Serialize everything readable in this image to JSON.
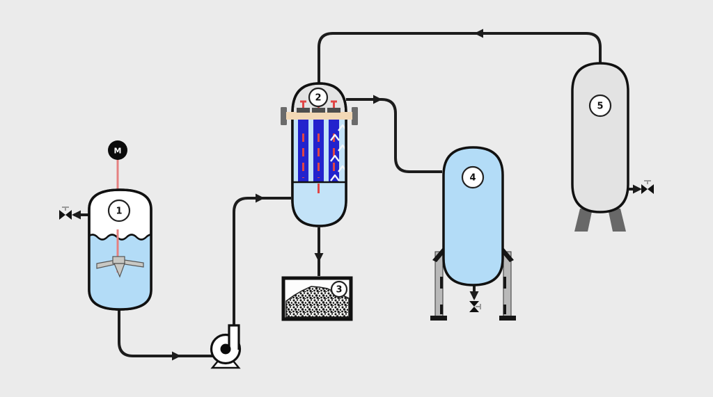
{
  "diagram": {
    "type": "process-flow-diagram",
    "units": {
      "u1": "1",
      "u2": "2",
      "u3": "3",
      "u4": "4",
      "u5": "5"
    },
    "motor_label": "M",
    "icons": {
      "motor": "motor-icon",
      "agitator": "agitator-icon",
      "pump": "centrifugal-pump-icon",
      "valve": "valve-icon",
      "flow_arrow": "flow-arrow-icon",
      "bubbles": "rising-bubbles-icon",
      "granules": "granular-solids-icon"
    },
    "colors": {
      "background": "#ebebeb",
      "pipe": "#1c1c1c",
      "outline": "#111111",
      "liquid_blue": "#b3dcf7",
      "column_liquid": "#c3e3f8",
      "vessel_gray": "#e3e3e3",
      "electrode_blue": "#2323cd",
      "accent_red": "#e04545",
      "shaft_red": "#e58080",
      "tube_sheet_tan": "#f2d8b6",
      "cap_gray": "#4d4d4d",
      "lug_gray": "#6b6b6b",
      "leg_light_gray": "#b9b9b9",
      "leg_dark_gray": "#686868",
      "blade_gray": "#c8c8c4",
      "stem_gray": "#9a9a9a"
    }
  }
}
